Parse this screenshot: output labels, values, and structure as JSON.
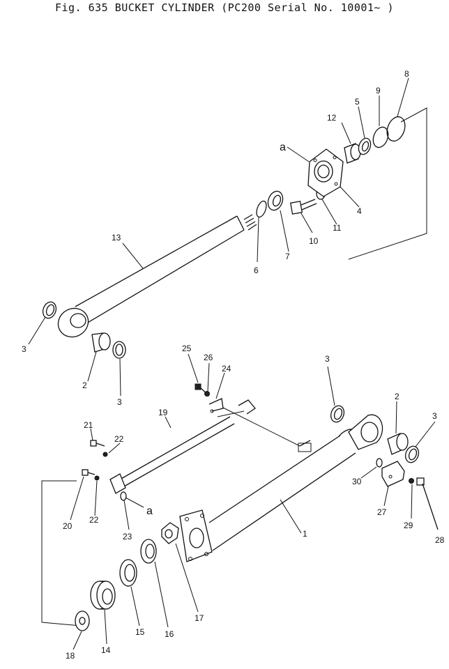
{
  "header": {
    "title": "Fig. 635  BUCKET CYLINDER  (PC200 Serial No. 10001~ )"
  },
  "labels": {
    "p1": "1",
    "p2a": "2",
    "p2b": "2",
    "p3a": "3",
    "p3b": "3",
    "p3c": "3",
    "p3d": "3",
    "p4": "4",
    "p5": "5",
    "p6": "6",
    "p7": "7",
    "p8": "8",
    "p9": "9",
    "p10": "10",
    "p11": "11",
    "p12": "12",
    "p13": "13",
    "p14": "14",
    "p15": "15",
    "p16": "16",
    "p17": "17",
    "p18": "18",
    "p19": "19",
    "p20": "20",
    "p21": "21",
    "p22a": "22",
    "p22b": "22",
    "p23": "23",
    "p24": "24",
    "p25": "25",
    "p26": "26",
    "p27": "27",
    "p28": "28",
    "p29": "29",
    "p30": "30",
    "refA1": "a",
    "refA2": "a"
  }
}
